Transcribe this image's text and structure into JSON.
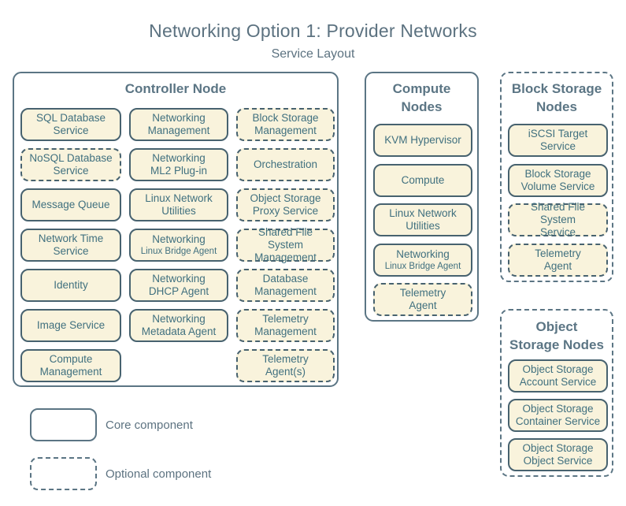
{
  "title": "Networking Option 1: Provider Networks",
  "subtitle": "Service Layout",
  "colors": {
    "background": "#ffffff",
    "box_fill": "#f9f3dc",
    "box_border": "#47626f",
    "box_text": "#40707f",
    "container_border": "#5b7584",
    "heading_text": "#5b7584",
    "title_text": "#5c7280"
  },
  "legend": {
    "core_label": "Core component",
    "optional_label": "Optional component"
  },
  "groups": [
    {
      "id": "controller-node",
      "title_lines": [
        "Controller Node"
      ],
      "border": "solid",
      "items": [
        {
          "lines": [
            "SQL Database",
            "Service"
          ],
          "style": "solid",
          "c": 1,
          "r": 1
        },
        {
          "lines": [
            "Networking",
            "Management"
          ],
          "style": "solid",
          "c": 2,
          "r": 1
        },
        {
          "lines": [
            "Block Storage",
            "Management"
          ],
          "style": "dashed",
          "c": 3,
          "r": 1
        },
        {
          "lines": [
            "NoSQL Database",
            "Service"
          ],
          "style": "dashed",
          "c": 1,
          "r": 2
        },
        {
          "lines": [
            "Networking",
            "ML2 Plug-in"
          ],
          "style": "solid",
          "c": 2,
          "r": 2
        },
        {
          "lines": [
            "Orchestration"
          ],
          "style": "dashed",
          "c": 3,
          "r": 2
        },
        {
          "lines": [
            "Message Queue"
          ],
          "style": "solid",
          "c": 1,
          "r": 3
        },
        {
          "lines": [
            "Linux Network",
            "Utilities"
          ],
          "style": "solid",
          "c": 2,
          "r": 3
        },
        {
          "lines": [
            "Object Storage",
            "Proxy Service"
          ],
          "style": "dashed",
          "c": 3,
          "r": 3
        },
        {
          "lines": [
            "Network Time",
            "Service"
          ],
          "style": "solid",
          "c": 1,
          "r": 4
        },
        {
          "lines": [
            "Networking",
            "Linux Bridge Agent"
          ],
          "style": "solid",
          "c": 2,
          "r": 4,
          "small2": true
        },
        {
          "lines": [
            "Shared File System",
            "Management"
          ],
          "style": "dashed",
          "c": 3,
          "r": 4
        },
        {
          "lines": [
            "Identity"
          ],
          "style": "solid",
          "c": 1,
          "r": 5
        },
        {
          "lines": [
            "Networking",
            "DHCP Agent"
          ],
          "style": "solid",
          "c": 2,
          "r": 5
        },
        {
          "lines": [
            "Database",
            "Management"
          ],
          "style": "dashed",
          "c": 3,
          "r": 5
        },
        {
          "lines": [
            "Image Service"
          ],
          "style": "solid",
          "c": 1,
          "r": 6
        },
        {
          "lines": [
            "Networking",
            "Metadata Agent"
          ],
          "style": "solid",
          "c": 2,
          "r": 6
        },
        {
          "lines": [
            "Telemetry",
            "Management"
          ],
          "style": "dashed",
          "c": 3,
          "r": 6
        },
        {
          "lines": [
            "Compute",
            "Management"
          ],
          "style": "solid",
          "c": 1,
          "r": 7
        },
        {
          "lines": [
            "Telemetry",
            "Agent(s)"
          ],
          "style": "dashed",
          "c": 3,
          "r": 7
        }
      ]
    },
    {
      "id": "compute-nodes",
      "title_lines": [
        "Compute",
        "Nodes"
      ],
      "border": "solid",
      "items": [
        {
          "lines": [
            "KVM Hypervisor"
          ],
          "style": "solid",
          "c": 1,
          "r": 1
        },
        {
          "lines": [
            "Compute"
          ],
          "style": "solid",
          "c": 1,
          "r": 2
        },
        {
          "lines": [
            "Linux Network",
            "Utilities"
          ],
          "style": "solid",
          "c": 1,
          "r": 3
        },
        {
          "lines": [
            "Networking",
            "Linux Bridge Agent"
          ],
          "style": "solid",
          "c": 1,
          "r": 4,
          "small2": true
        },
        {
          "lines": [
            "Telemetry",
            "Agent"
          ],
          "style": "dashed",
          "c": 1,
          "r": 5
        }
      ]
    },
    {
      "id": "block-storage-nodes",
      "title_lines": [
        "Block Storage",
        "Nodes"
      ],
      "border": "dashed",
      "items": [
        {
          "lines": [
            "iSCSI Target",
            "Service"
          ],
          "style": "solid",
          "c": 1,
          "r": 1
        },
        {
          "lines": [
            "Block Storage",
            "Volume Service"
          ],
          "style": "solid",
          "c": 1,
          "r": 2
        },
        {
          "lines": [
            "Shared File System",
            "Service"
          ],
          "style": "dashed",
          "c": 1,
          "r": 3
        },
        {
          "lines": [
            "Telemetry",
            "Agent"
          ],
          "style": "dashed",
          "c": 1,
          "r": 4
        }
      ]
    },
    {
      "id": "object-storage-nodes",
      "title_lines": [
        "Object",
        "Storage Nodes"
      ],
      "border": "dashed",
      "items": [
        {
          "lines": [
            "Object Storage",
            "Account Service"
          ],
          "style": "solid",
          "c": 1,
          "r": 1
        },
        {
          "lines": [
            "Object Storage",
            "Container Service"
          ],
          "style": "solid",
          "c": 1,
          "r": 2
        },
        {
          "lines": [
            "Object Storage",
            "Object Service"
          ],
          "style": "solid",
          "c": 1,
          "r": 3
        }
      ]
    }
  ]
}
